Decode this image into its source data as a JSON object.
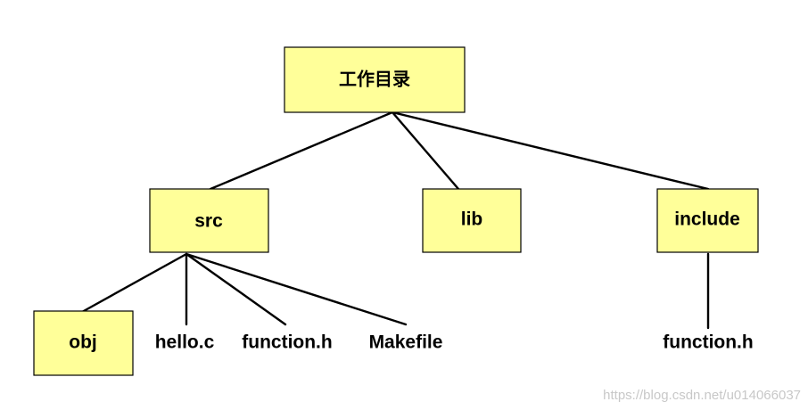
{
  "diagram": {
    "root": {
      "label": "工作目录"
    },
    "src": {
      "label": "src"
    },
    "lib": {
      "label": "lib"
    },
    "include": {
      "label": "include"
    },
    "obj": {
      "label": "obj"
    },
    "src_files": [
      "hello.c",
      "function.h",
      "Makefile"
    ],
    "include_files": [
      "function.h"
    ],
    "colors": {
      "box_fill": "#ffff99",
      "stroke": "#000000",
      "watermark": "#c8c8c8"
    }
  },
  "watermark": "https://blog.csdn.net/u014066037"
}
